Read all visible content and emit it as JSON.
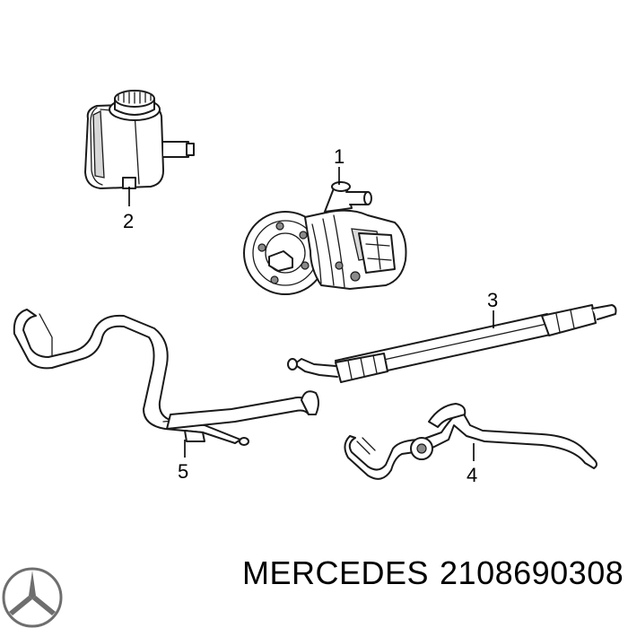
{
  "callouts": [
    "1",
    "2",
    "3",
    "4",
    "5"
  ],
  "footer": {
    "brand": "MERCEDES",
    "part_number": "2108690308",
    "logo_icon": "mercedes-star-icon"
  },
  "colors": {
    "line": "#1a1a1a",
    "background": "#ffffff"
  }
}
